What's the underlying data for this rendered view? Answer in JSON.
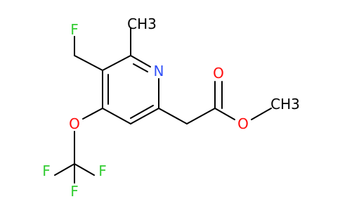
{
  "colors": {
    "bond": "#000000",
    "fluorine": "#33cc33",
    "nitrogen": "#3050f8",
    "oxygen": "#ff0d0d",
    "carbon": "#000000"
  },
  "labels": {
    "f_top": "F",
    "ch3_top": "CH3",
    "n_ring": "N",
    "o_carbonyl": "O",
    "o_ester": "O",
    "ch3_ester": "CH3",
    "o_ether": "O",
    "f_left": "F",
    "f_right": "F",
    "f_bottom": "F"
  }
}
